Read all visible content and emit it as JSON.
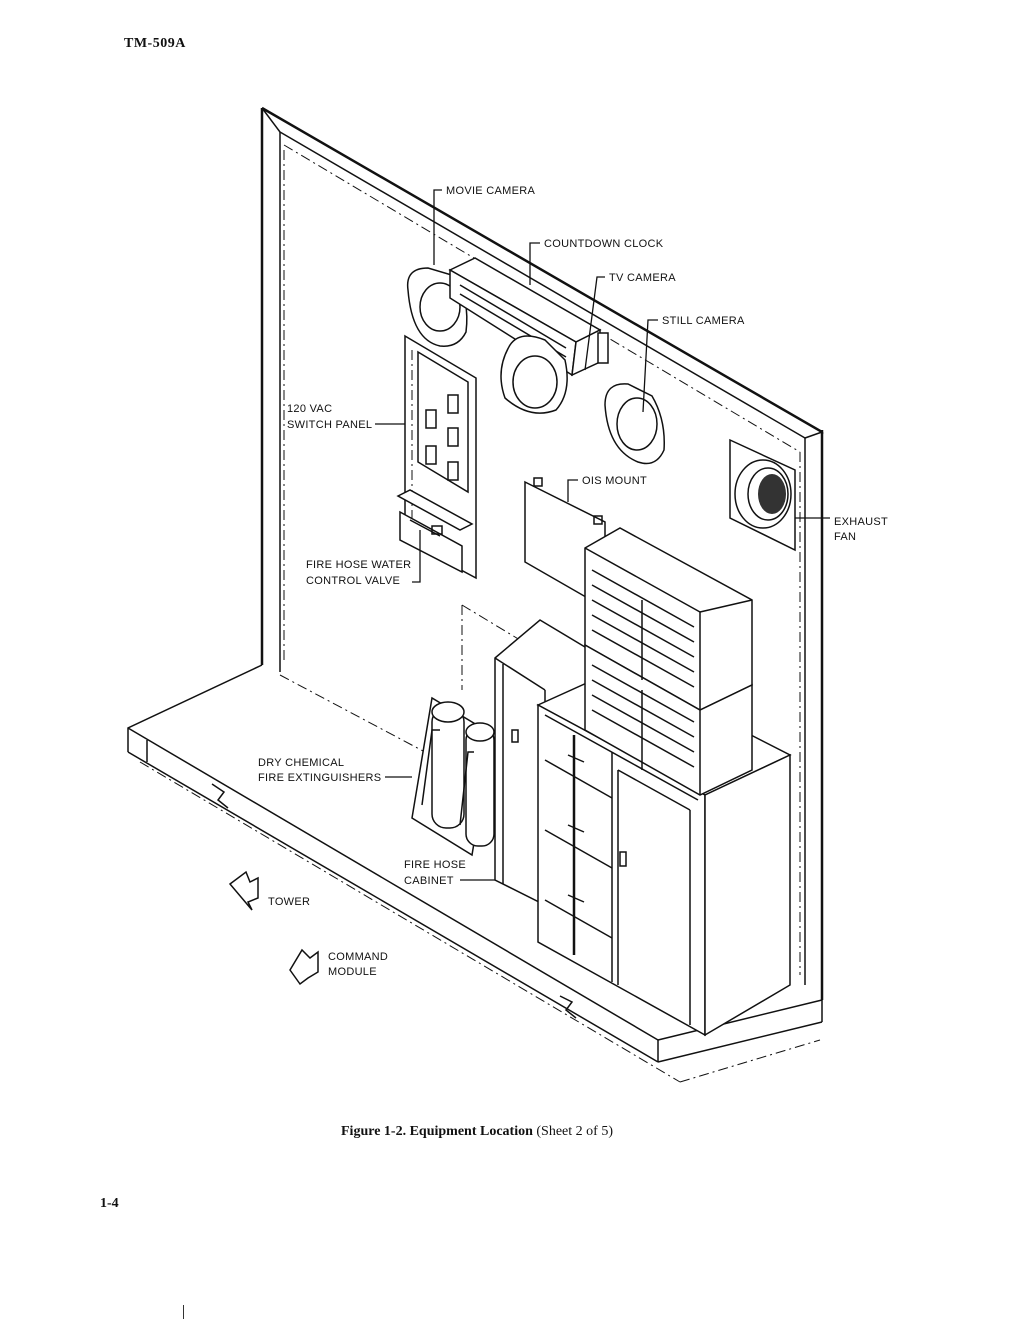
{
  "header": {
    "doc_id": "TM-509A"
  },
  "page_number": "1-4",
  "caption": {
    "figure": "Figure 1-2.",
    "title": "Equipment Location",
    "sheet": "(Sheet 2 of 5)"
  },
  "labels": {
    "movie_camera": "MOVIE CAMERA",
    "countdown_clock": "COUNTDOWN CLOCK",
    "tv_camera": "TV CAMERA",
    "still_camera": "STILL CAMERA",
    "switch_panel_line1": "120 VAC",
    "switch_panel_line2": "SWITCH PANEL",
    "ois_mount": "OIS MOUNT",
    "exhaust_fan_line1": "EXHAUST",
    "exhaust_fan_line2": "FAN",
    "fire_hose_valve_line1": "FIRE HOSE WATER",
    "fire_hose_valve_line2": "CONTROL VALVE",
    "extinguishers_line1": "DRY CHEMICAL",
    "extinguishers_line2": "FIRE EXTINGUISHERS",
    "fire_hose_cabinet_line1": "FIRE HOSE",
    "fire_hose_cabinet_line2": "CABINET",
    "tower": "TOWER",
    "command_module_line1": "COMMAND",
    "command_module_line2": "MODULE"
  }
}
